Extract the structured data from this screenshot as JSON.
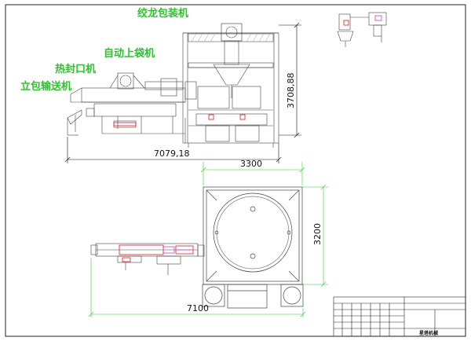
{
  "labels": {
    "auger_packer": "绞龙包装机",
    "auto_bag_loader": "自动上袋机",
    "heat_sealer": "热封口机",
    "standing_conveyor": "立包输送机"
  },
  "dimensions": {
    "side_width": "7079,18",
    "side_height": "3708,88",
    "plan_top_width": "3300",
    "plan_height": "3200",
    "plan_total_width": "7100"
  },
  "title_block": {
    "drawing_name": "星塔机械"
  },
  "colors": {
    "label_green": "#2fc12f",
    "dimension_green": "#33cc33",
    "red_parts": "#d81e1e",
    "magenta_parts": "#c93ac9",
    "line": "#333333"
  }
}
